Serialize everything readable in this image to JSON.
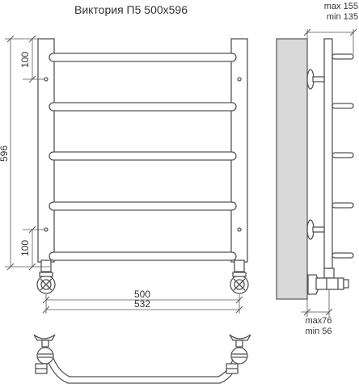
{
  "title": "Виктория П5 500х596",
  "dimensions": {
    "rail_spacing_top": "100",
    "rail_spacing_bottom": "100",
    "total_height": "596",
    "axis_width": "500",
    "overall_width": "532",
    "depth_max": "max 155",
    "depth_min": "min 135",
    "outlet_max": "max76",
    "outlet_min": "min 56"
  },
  "colors": {
    "line": "#555555",
    "wall": "#d9d9d9"
  }
}
